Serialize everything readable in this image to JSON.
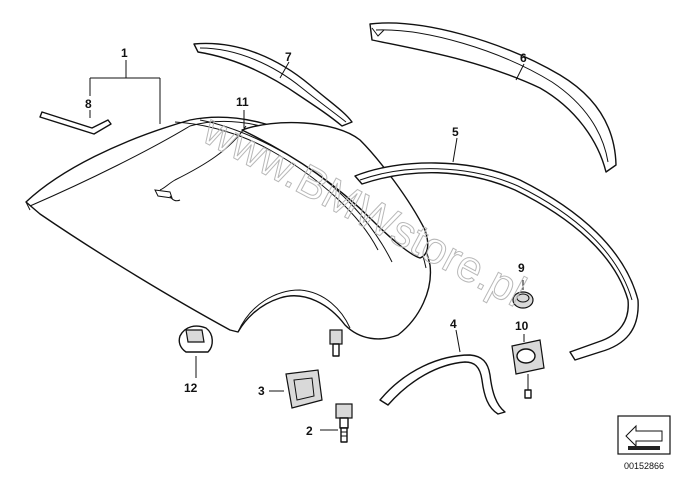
{
  "watermark": "www.BMWstore.pl",
  "reference_number": "00152866",
  "callouts": [
    {
      "id": "1",
      "label": "1"
    },
    {
      "id": "2",
      "label": "2"
    },
    {
      "id": "3",
      "label": "3"
    },
    {
      "id": "4",
      "label": "4"
    },
    {
      "id": "5",
      "label": "5"
    },
    {
      "id": "6",
      "label": "6"
    },
    {
      "id": "7",
      "label": "7"
    },
    {
      "id": "8",
      "label": "8"
    },
    {
      "id": "9",
      "label": "9"
    },
    {
      "id": "10",
      "label": "10"
    },
    {
      "id": "11",
      "label": "11"
    },
    {
      "id": "12",
      "label": "12"
    }
  ]
}
